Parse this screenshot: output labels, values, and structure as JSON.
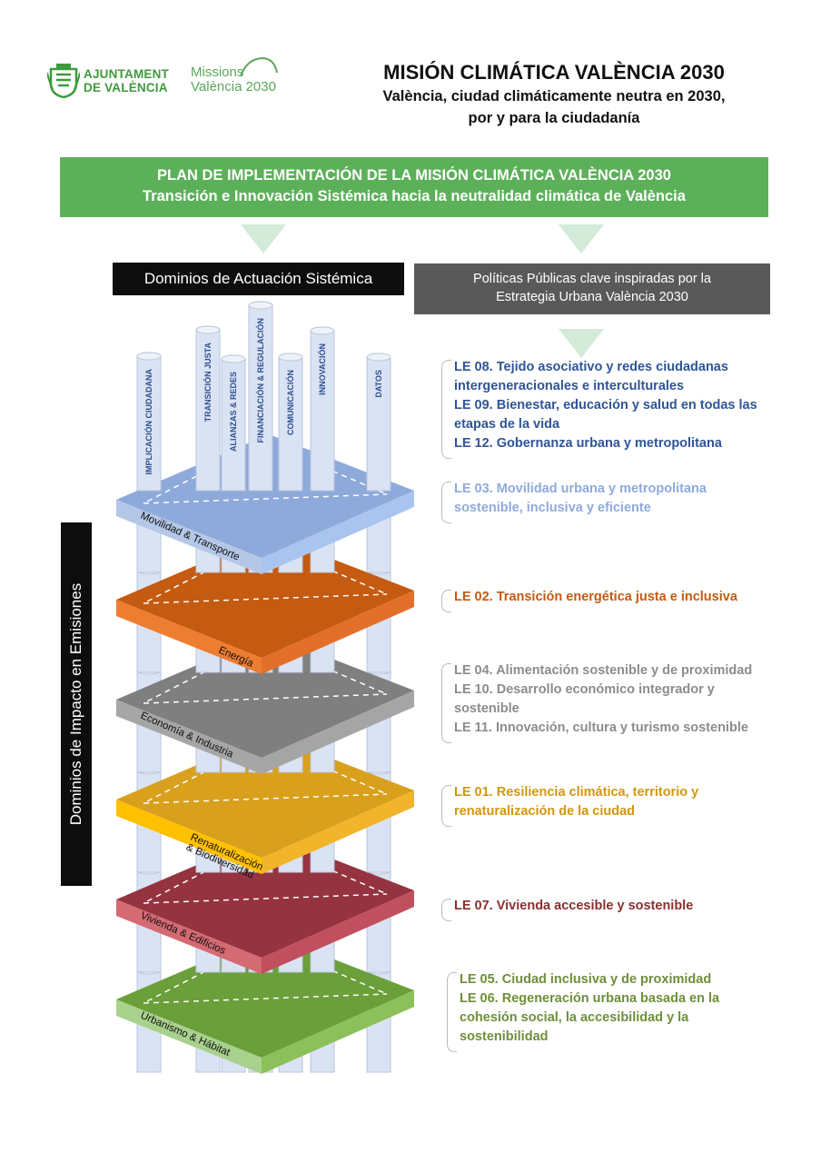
{
  "header": {
    "org_logo_line1": "AJUNTAMENT",
    "org_logo_line2": "DE VALÈNCIA",
    "missions_line1": "Missions",
    "missions_line2": "València 2030",
    "title": "MISIÓN CLIMÁTICA VALÈNCIA 2030",
    "subtitle_line1": "València, ciudad climáticamente neutra en 2030,",
    "subtitle_line2": "por y para la ciudadanía"
  },
  "banner": {
    "line1": "PLAN DE IMPLEMENTACIÓN DE LA MISIÓN CLIMÁTICA VALÈNCIA 2030",
    "line2": "Transición e Innovación Sistémica hacia la neutralidad climática de València"
  },
  "domains_heading": "Dominios de Actuación Sistémica",
  "policies_heading": {
    "line1": "Políticas Públicas clave inspiradas por la",
    "line2": "Estrategia Urbana València 2030"
  },
  "emissions_heading": "Dominios de Impacto en Emisiones",
  "columns": [
    "IMPLICACIÓN CIUDADANA",
    "TRANSICIÓN JUSTA",
    "ALIANZAS & REDES",
    "FINANCIACIÓN & REGULACIÓN",
    "COMUNICACIÓN",
    "INNOVACIÓN",
    "DATOS"
  ],
  "layers": [
    {
      "label": "Movilidad & Transporte",
      "color": "#8eaadb",
      "dark": "#aac4f0",
      "side": "#b4c7e7"
    },
    {
      "label": "Energía",
      "color": "#c55a11",
      "dark": "#e3702a",
      "side": "#ed7d31"
    },
    {
      "label": "Economía & Industria",
      "color": "#7f7f7f",
      "dark": "#a5a5a5",
      "side": "#a6a6a6"
    },
    {
      "label": "Renaturalización & Biodiversidad",
      "color": "#d9a01e",
      "dark": "#f2b42a",
      "side": "#ffc000"
    },
    {
      "label": "Vivienda & Edificios",
      "color": "#953340",
      "dark": "#c0505e",
      "side": "#d46a72"
    },
    {
      "label": "Urbanismo & Hábitat",
      "color": "#6a9f3a",
      "dark": "#8cc05a",
      "side": "#a9d18e"
    }
  ],
  "policies": [
    {
      "color": "#2f5597",
      "lines": [
        "LE 08. Tejido asociativo y redes ciudadanas",
        "intergeneracionales e interculturales",
        "LE 09. Bienestar, educación y salud en todas las",
        "etapas de la vida",
        "LE 12. Gobernanza urbana y metropolitana"
      ]
    },
    {
      "color": "#8faadc",
      "lines": [
        "LE 03. Movilidad urbana y metropolitana",
        "sostenible, inclusiva y eficiente"
      ]
    },
    {
      "color": "#c55a11",
      "lines": [
        "LE 02. Transición energética justa e inclusiva"
      ]
    },
    {
      "color": "#8c8c8c",
      "lines": [
        "LE 04. Alimentación sostenible y de proximidad",
        "LE 10. Desarrollo económico integrador y",
        "sostenible",
        "LE 11. Innovación, cultura y turismo sostenible"
      ]
    },
    {
      "color": "#d4960f",
      "lines": [
        "LE 01. Resiliencia climática, territorio y",
        "renaturalización de la ciudad"
      ]
    },
    {
      "color": "#8b2f2f",
      "lines": [
        "LE 07. Vivienda accesible y sostenible"
      ]
    },
    {
      "color": "#6f8f3a",
      "lines": [
        "LE 05. Ciudad inclusiva y de proximidad",
        "LE 06. Regeneración urbana basada en la",
        "cohesión social, la accesibilidad y la",
        "sostenibilidad"
      ]
    }
  ],
  "colors": {
    "banner_green": "#5db05a",
    "column_fill": "#dae3f3",
    "arrow_fill": "#d4ead8"
  }
}
